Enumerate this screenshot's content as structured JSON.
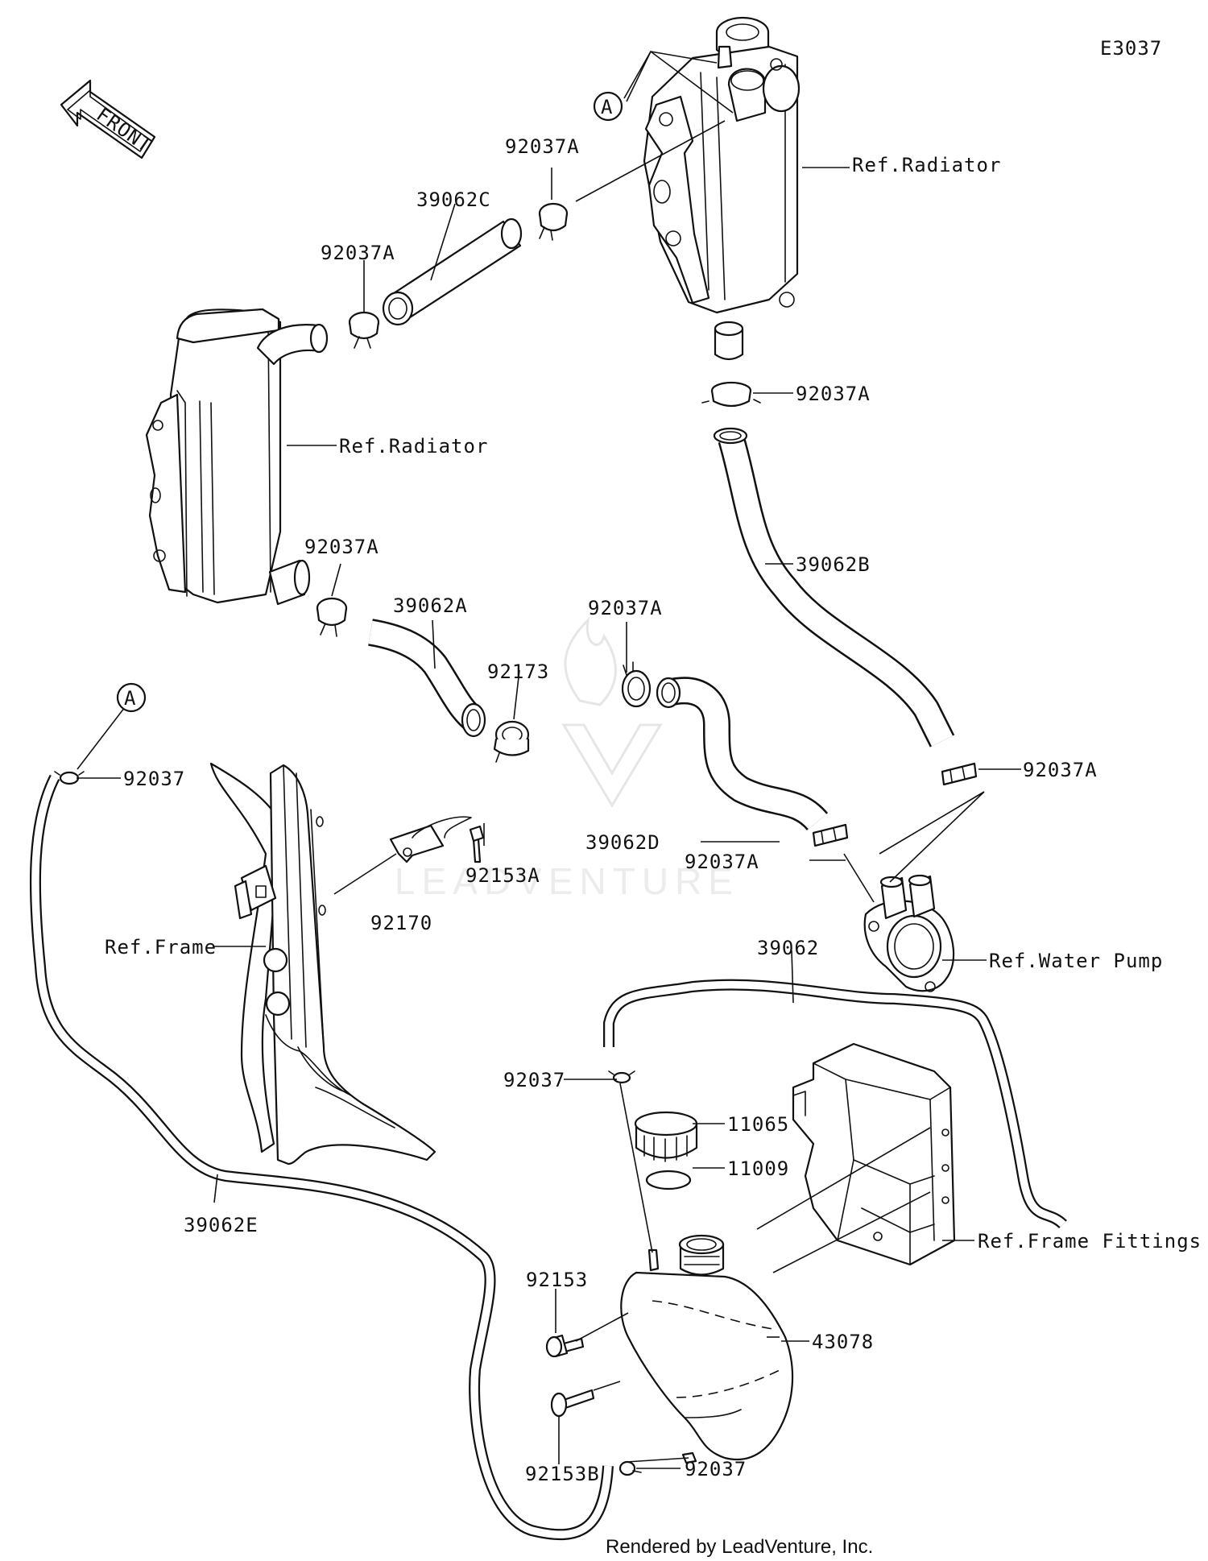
{
  "diagram_id": "E3037",
  "footer": "Rendered by LeadVenture, Inc.",
  "watermark": "LEADVENTURE",
  "front_arrow_label": "FRONT",
  "callouts": {
    "a_top": "A",
    "a_left": "A"
  },
  "labels": {
    "ref_radiator_right": "Ref.Radiator",
    "ref_radiator_left": "Ref.Radiator",
    "ref_frame": "Ref.Frame",
    "ref_water_pump": "Ref.Water Pump",
    "ref_frame_fittings": "Ref.Frame Fittings",
    "p92037A_1": "92037A",
    "p39062C": "39062C",
    "p92037A_2": "92037A",
    "p92037A_3": "92037A",
    "p39062B": "39062B",
    "p92037A_4": "92037A",
    "p39062A": "39062A",
    "p92173": "92173",
    "p92037A_5": "92037A",
    "p39062D": "39062D",
    "p92037A_6": "92037A",
    "p92037A_7": "92037A",
    "p92037_1": "92037",
    "p92153A": "92153A",
    "p92170": "92170",
    "p39062": "39062",
    "p92037_2": "92037",
    "p11065": "11065",
    "p11009": "11009",
    "p39062E": "39062E",
    "p92153": "92153",
    "p43078": "43078",
    "p92153B": "92153B",
    "p92037_3": "92037"
  },
  "colors": {
    "line": "#111111",
    "background": "#ffffff",
    "watermark": "#e6e6e6"
  }
}
